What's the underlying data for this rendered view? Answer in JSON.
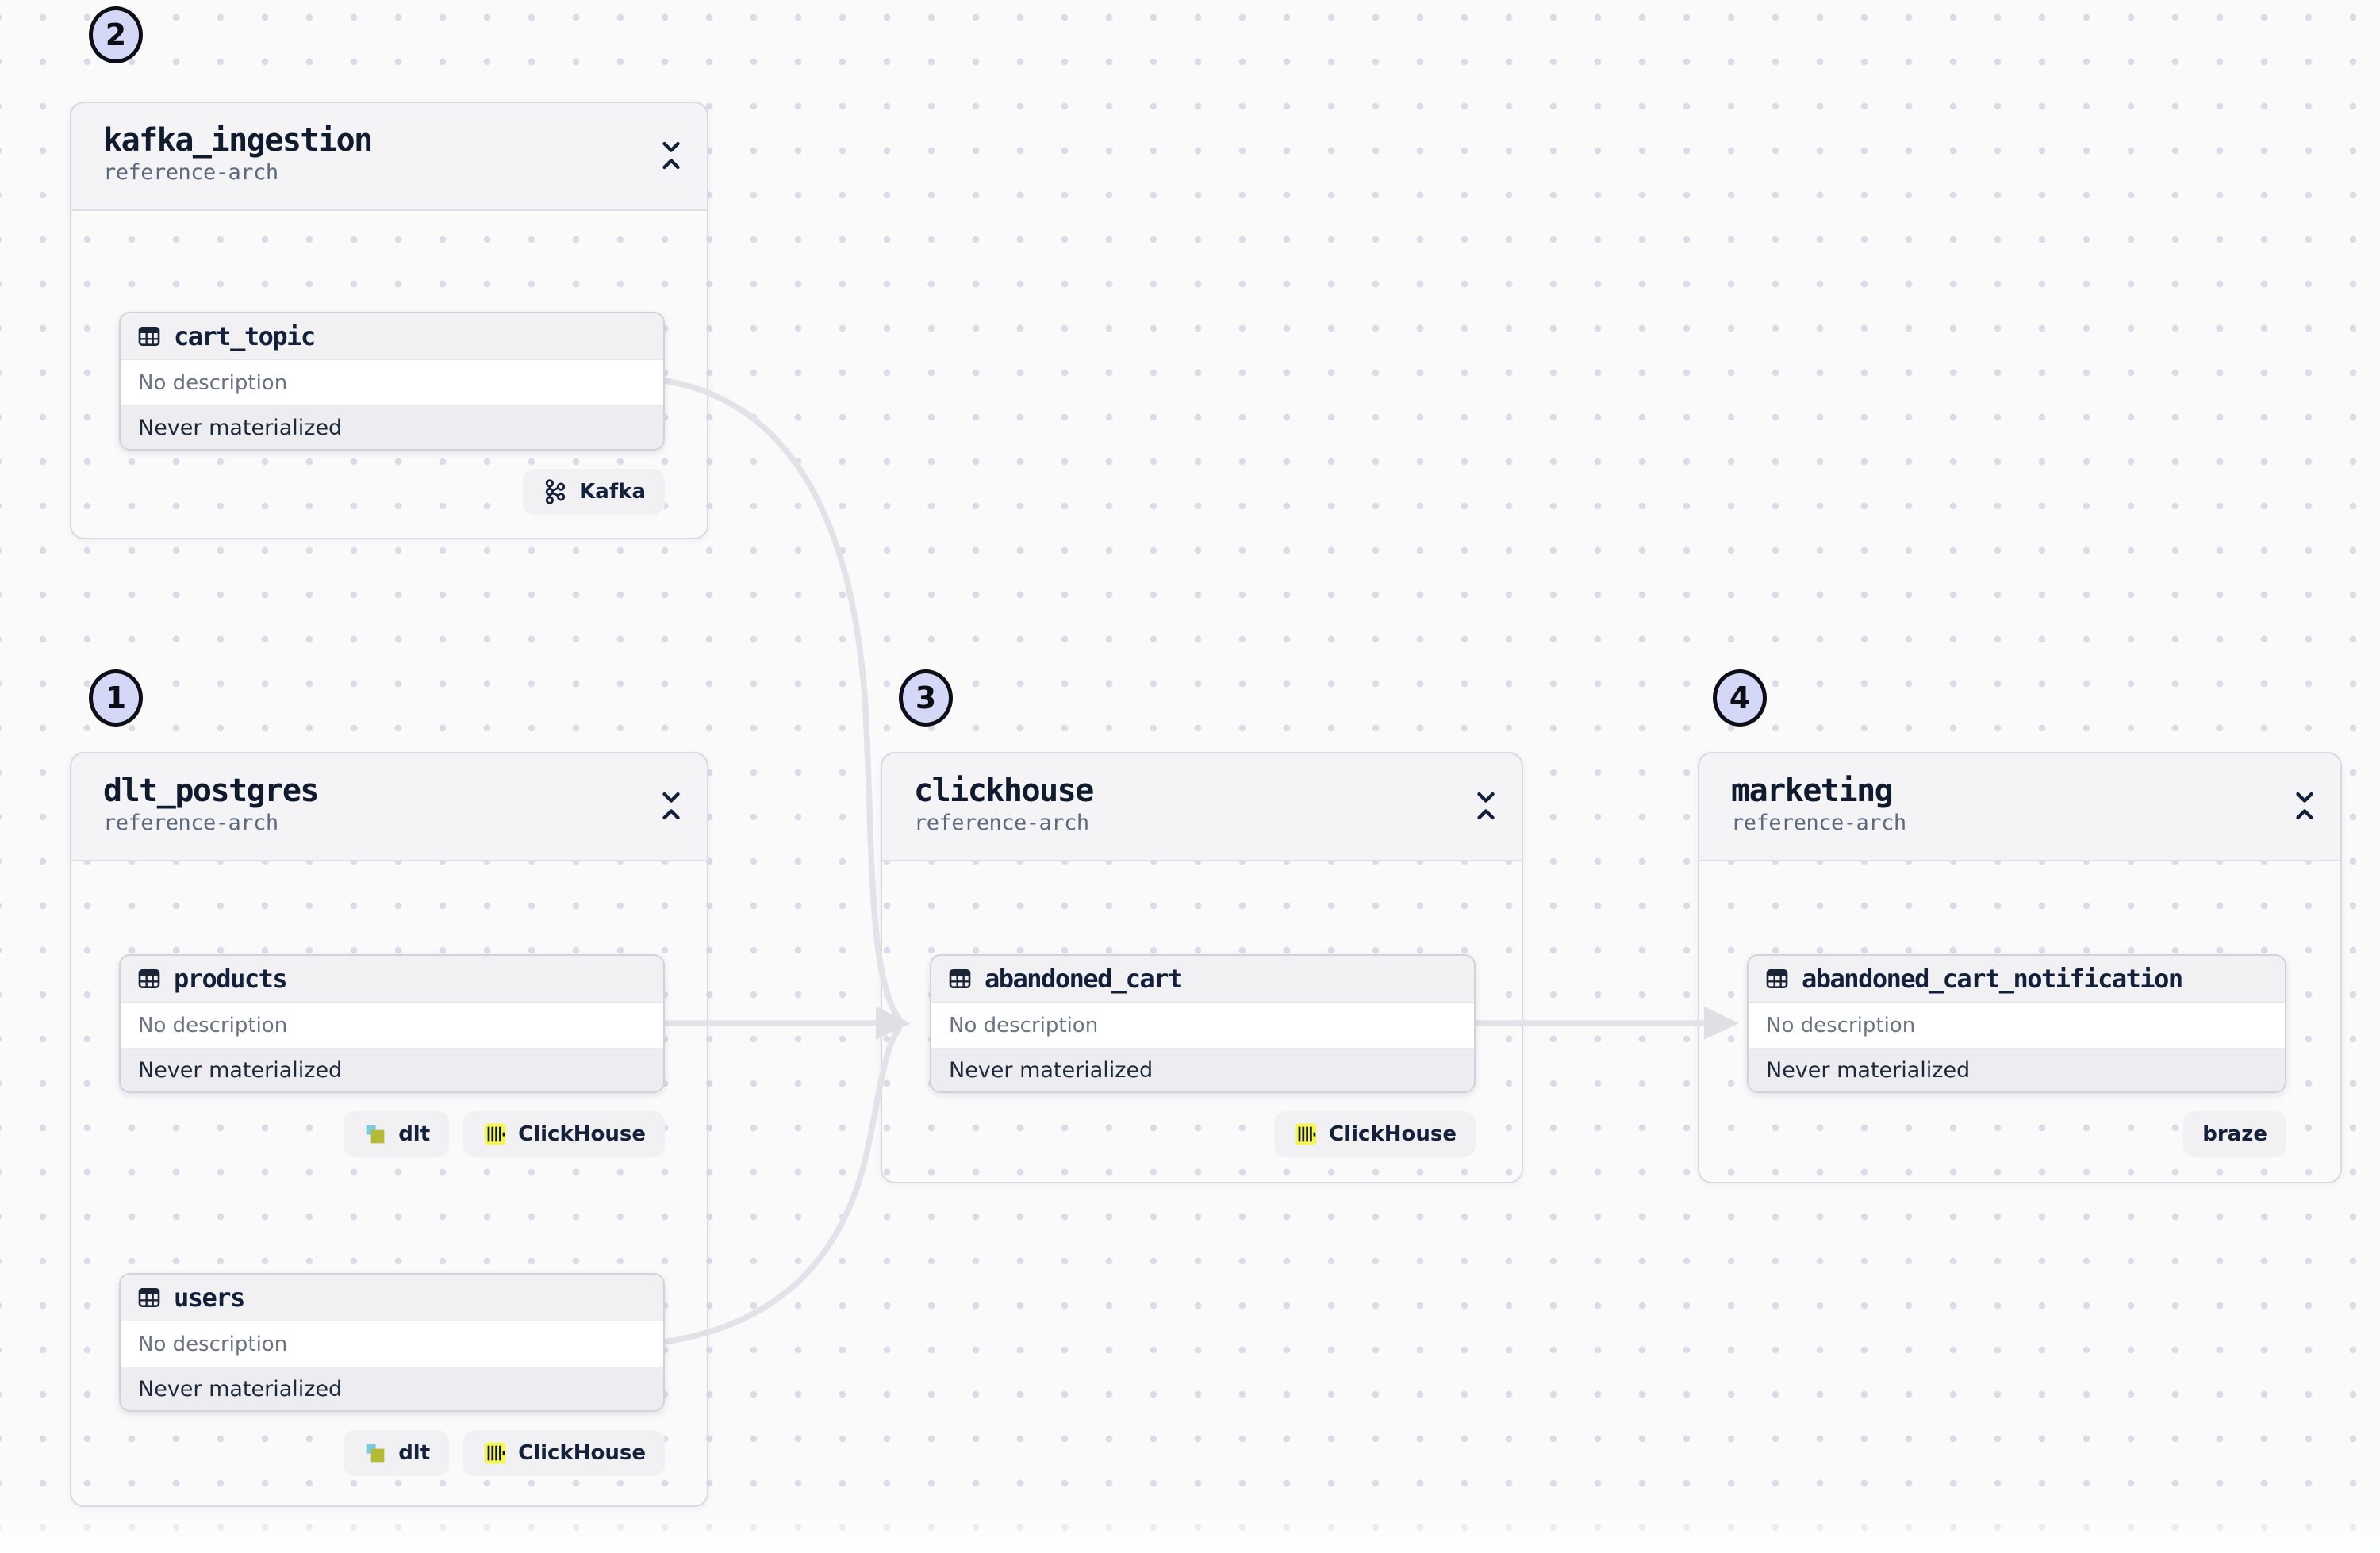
{
  "canvas": {
    "background": "#fafafb",
    "dot_color": "#dcdce6",
    "edge_color": "#e2e2e8",
    "annotation_badge_fill": "#d5d7f7",
    "annotation_badge_border": "#0d0d16"
  },
  "icon_colors": {
    "dlt_blue": "#7fc8e3",
    "dlt_olive": "#b4bb33",
    "clickhouse_yellow": "#f5f54f",
    "icon_dark": "#15213a"
  },
  "groups": [
    {
      "badge": "1",
      "title": "dlt_postgres",
      "subtitle": "reference-arch",
      "assets": [
        {
          "name": "products",
          "description": "No description",
          "status": "Never materialized",
          "tags": [
            {
              "label": "dlt",
              "icon": "dlt-icon"
            },
            {
              "label": "ClickHouse",
              "icon": "clickhouse-icon"
            }
          ]
        },
        {
          "name": "users",
          "description": "No description",
          "status": "Never materialized",
          "tags": [
            {
              "label": "dlt",
              "icon": "dlt-icon"
            },
            {
              "label": "ClickHouse",
              "icon": "clickhouse-icon"
            }
          ]
        }
      ]
    },
    {
      "badge": "2",
      "title": "kafka_ingestion",
      "subtitle": "reference-arch",
      "assets": [
        {
          "name": "cart_topic",
          "description": "No description",
          "status": "Never materialized",
          "tags": [
            {
              "label": "Kafka",
              "icon": "kafka-icon"
            }
          ]
        }
      ]
    },
    {
      "badge": "3",
      "title": "clickhouse",
      "subtitle": "reference-arch",
      "assets": [
        {
          "name": "abandoned_cart",
          "description": "No description",
          "status": "Never materialized",
          "tags": [
            {
              "label": "ClickHouse",
              "icon": "clickhouse-icon"
            }
          ]
        }
      ]
    },
    {
      "badge": "4",
      "title": "marketing",
      "subtitle": "reference-arch",
      "assets": [
        {
          "name": "abandoned_cart_notification",
          "description": "No description",
          "status": "Never materialized",
          "tags": [
            {
              "label": "braze",
              "icon": null
            }
          ]
        }
      ]
    }
  ],
  "edges": [
    {
      "from": "cart_topic",
      "to": "abandoned_cart"
    },
    {
      "from": "products",
      "to": "abandoned_cart"
    },
    {
      "from": "users",
      "to": "abandoned_cart"
    },
    {
      "from": "abandoned_cart",
      "to": "abandoned_cart_notification"
    }
  ]
}
